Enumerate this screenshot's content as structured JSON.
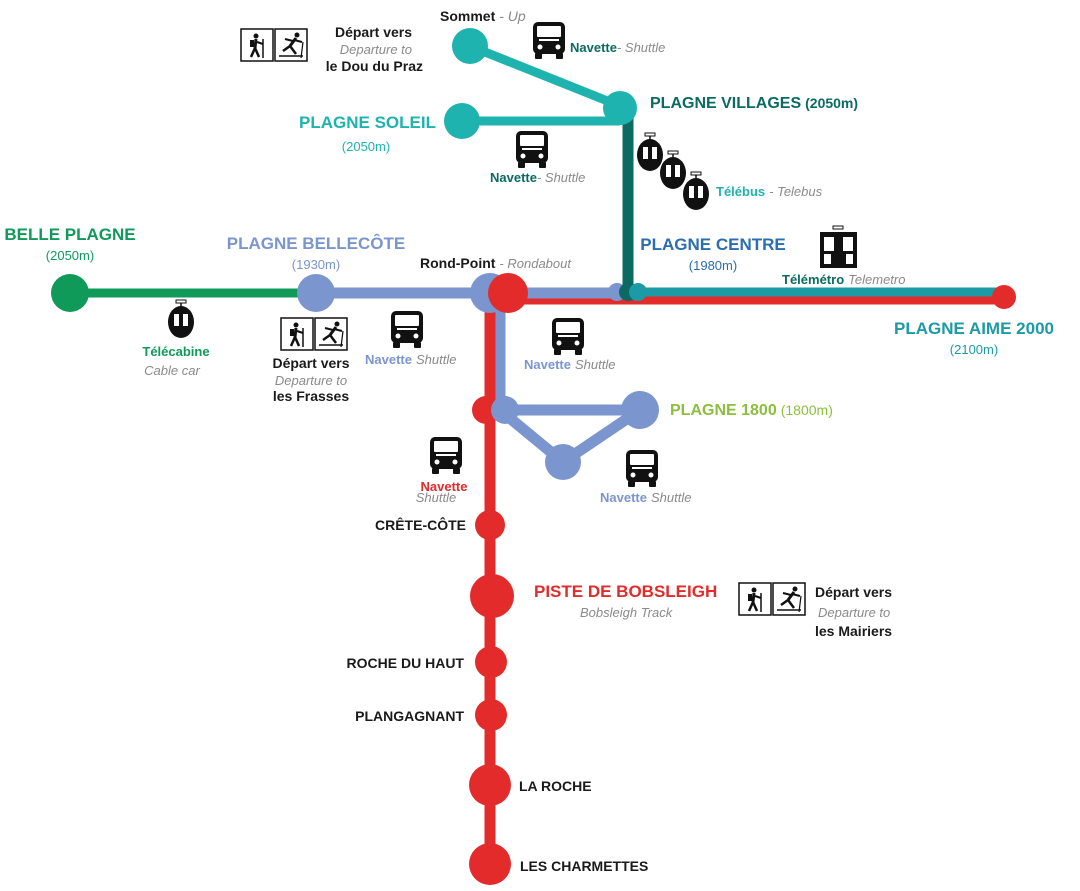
{
  "colors": {
    "red": "#e42b2b",
    "blue": "#7b95cf",
    "green": "#0f9a5a",
    "teal": "#1fb3b0",
    "dark_teal": "#0b6a62",
    "petrol": "#1c9aa6",
    "light_green": "#8cbf3f",
    "centre_blue": "#2a6db0",
    "text_dark": "#1a1a1a",
    "text_grey": "#8a8a8a"
  },
  "stations": {
    "sommet": {
      "name": "Sommet",
      "sub": "- Up"
    },
    "plagne_villages": {
      "name": "PLAGNE VILLAGES",
      "alt": "(2050m)"
    },
    "plagne_soleil": {
      "name": "PLAGNE SOLEIL",
      "alt": "(2050m)"
    },
    "belle_plagne": {
      "name": "BELLE PLAGNE",
      "alt": "(2050m)"
    },
    "plagne_bellecote": {
      "name": "PLAGNE BELLECÔTE",
      "alt": "(1930m)"
    },
    "rond_point": {
      "name": "Rond-Point",
      "sub": "- Rondabout"
    },
    "plagne_centre": {
      "name": "PLAGNE CENTRE",
      "alt": "(1980m)"
    },
    "plagne_aime": {
      "name": "PLAGNE AIME 2000",
      "alt": "(2100m)"
    },
    "plagne_1800": {
      "name": "PLAGNE 1800",
      "alt": "(1800m)"
    },
    "crete_cote": {
      "name": "CRÊTE-CÔTE"
    },
    "piste_bobsleigh": {
      "name": "PISTE DE BOBSLEIGH",
      "sub": "Bobsleigh Track"
    },
    "roche_du_haut": {
      "name": "ROCHE DU HAUT"
    },
    "plangagnant": {
      "name": "PLANGAGNANT"
    },
    "la_roche": {
      "name": "LA ROCHE"
    },
    "les_charmettes": {
      "name": "LES CHARMETTES"
    }
  },
  "departures": {
    "dou_du_praz": {
      "l1": "Départ vers",
      "l2": "Departure to",
      "l3": "le Dou du Praz"
    },
    "frasses": {
      "l1": "Départ vers",
      "l2": "Departure to",
      "l3": "les Frasses"
    },
    "mairiers": {
      "l1": "Départ vers",
      "l2": "Departure to",
      "l3": "les Mairiers"
    }
  },
  "transport": {
    "shuttle_top": {
      "fr": "Navette",
      "en": "- Shuttle"
    },
    "shuttle_soleil": {
      "fr": "Navette",
      "en": "- Shuttle"
    },
    "shuttle_bellecote": {
      "fr": "Navette",
      "en": "Shuttle"
    },
    "shuttle_rondpoint": {
      "fr": "Navette",
      "en": "Shuttle"
    },
    "shuttle_red": {
      "fr": "Navette",
      "en": "Shuttle"
    },
    "shuttle_1800": {
      "fr": "Navette",
      "en": "Shuttle"
    },
    "telebus": {
      "fr": "Télébus",
      "en": "- Telebus"
    },
    "telemetro": {
      "fr": "Télémétro",
      "en": "Telemetro"
    },
    "telecabine": {
      "fr": "Télécabine",
      "en": "Cable car"
    }
  }
}
